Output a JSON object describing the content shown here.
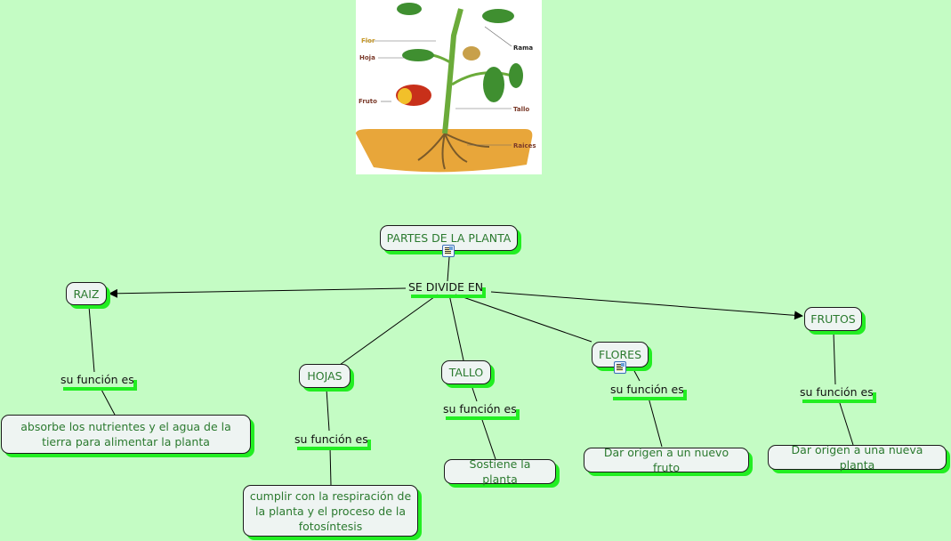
{
  "image": {
    "alt": "plant-diagram",
    "labels": {
      "flor": "Flor",
      "hoja": "Hoja",
      "fruto": "Fruto",
      "rama": "Rama",
      "tallo": "Tallo",
      "raices": "Raices"
    }
  },
  "map": {
    "root": "PARTES DE LA PLANTA",
    "root_link": "SE DIVIDE EN",
    "parts": [
      {
        "name": "RAIZ",
        "link": "su función es",
        "function": "absorbe los nutrientes y el agua de la tierra para alimentar la planta"
      },
      {
        "name": "HOJAS",
        "link": "su función es",
        "function": "cumplir con la respiración de la planta y el proceso de la fotosíntesis"
      },
      {
        "name": "TALLO",
        "link": "su función es",
        "function": "Sostiene la planta"
      },
      {
        "name": "FLORES",
        "link": "su función es",
        "function": "Dar origen a un nuevo fruto"
      },
      {
        "name": "FRUTOS",
        "link": "su función es",
        "function": "Dar origen a una nueva planta"
      }
    ]
  },
  "colors": {
    "background": "#c4fcc4",
    "node_fill": "#eef4f2",
    "node_text": "#2b7a2f",
    "shadow": "#22ee22"
  }
}
